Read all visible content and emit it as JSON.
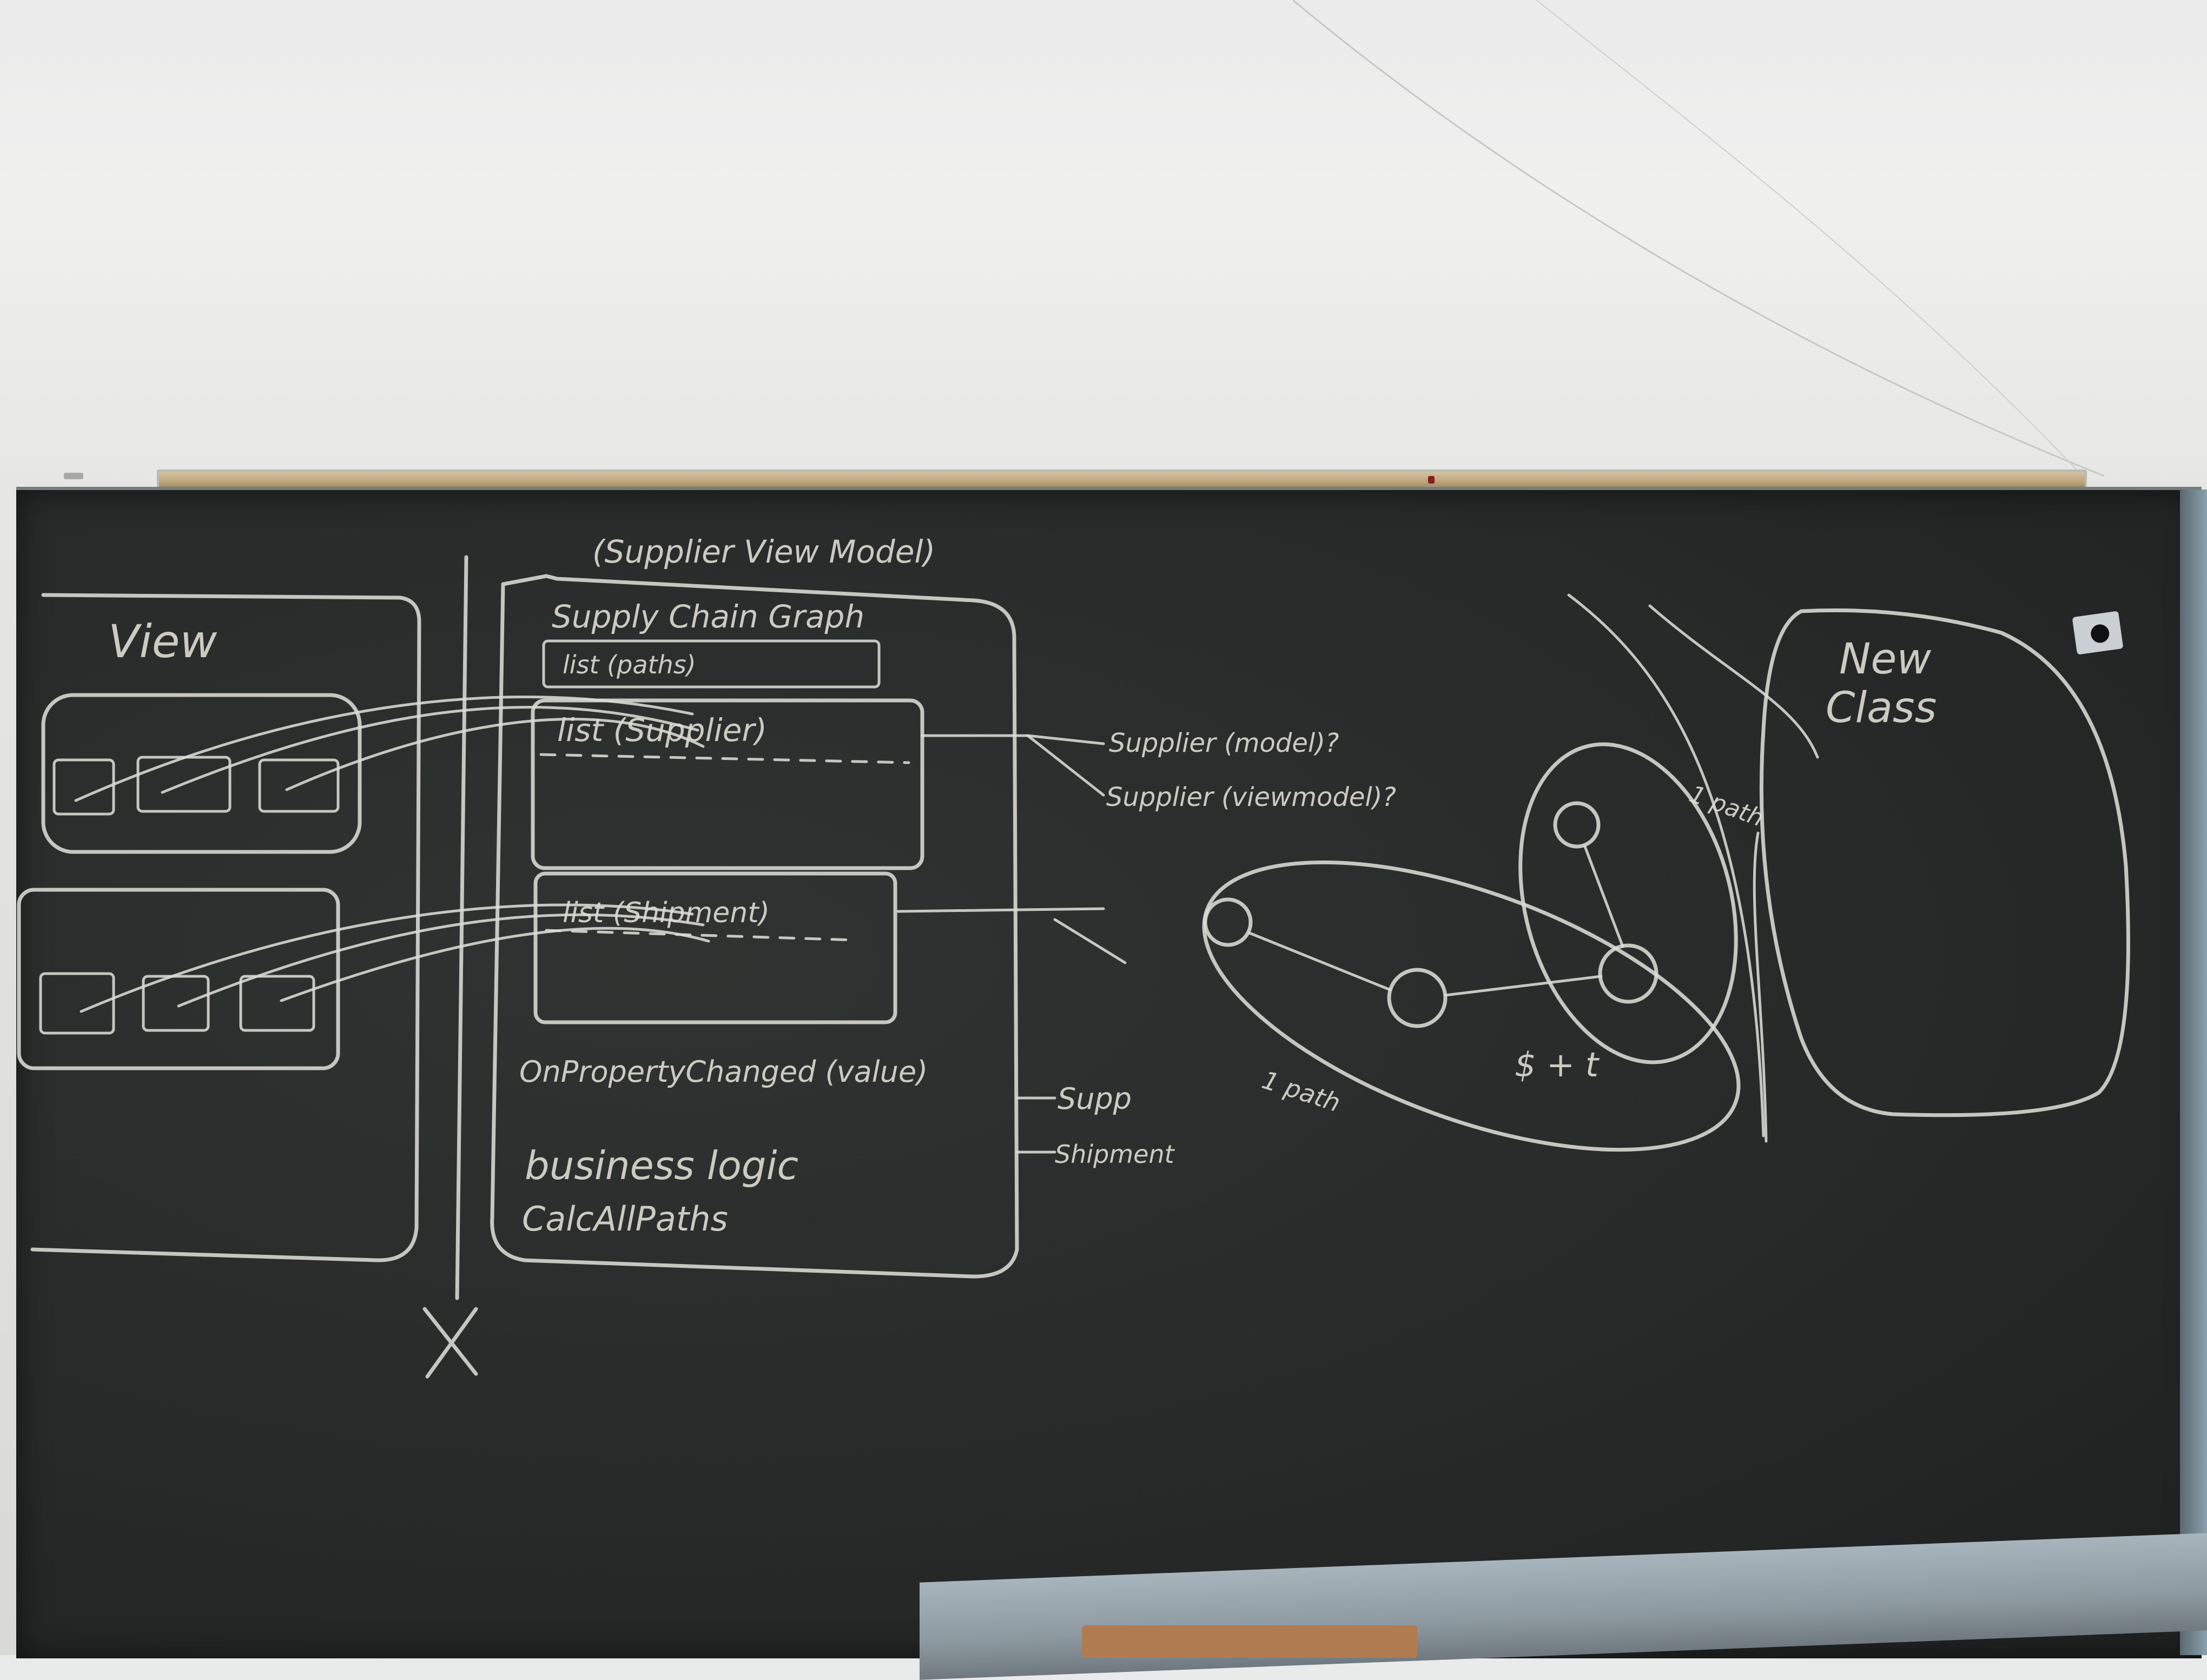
{
  "scene": {
    "description_free": true
  },
  "board": {
    "view_label": "View",
    "viewmodel_title": "(Supplier View Model)",
    "supply_chain_graph_label": "Supply Chain Graph",
    "list_paths_label": "list (paths)",
    "list_supplier_label": "list (Supplier)",
    "list_shipment_label": "list (Shipment)",
    "supplier_model_label": "Supplier (model)?",
    "supplier_viewmodel_label": "Supplier (viewmodel)?",
    "on_property_changed_label": "OnPropertyChanged (value)",
    "supp_label": "Supp",
    "shipment_label": "Shipment",
    "business_logic_label": "business logic",
    "calc_all_paths_label": "CalcAllPaths",
    "new_class_label_line1": "New",
    "new_class_label_line2": "Class",
    "one_path_label": "1 path",
    "n_paths_label": "1 path",
    "cost_label": "$ + t",
    "x_mark": "X"
  },
  "colors": {
    "chalk": "#dcdcd5",
    "board": "#272a29",
    "wall": "#ebebeb",
    "cork": "#bfa97e",
    "tray": "#8e9aa1"
  }
}
